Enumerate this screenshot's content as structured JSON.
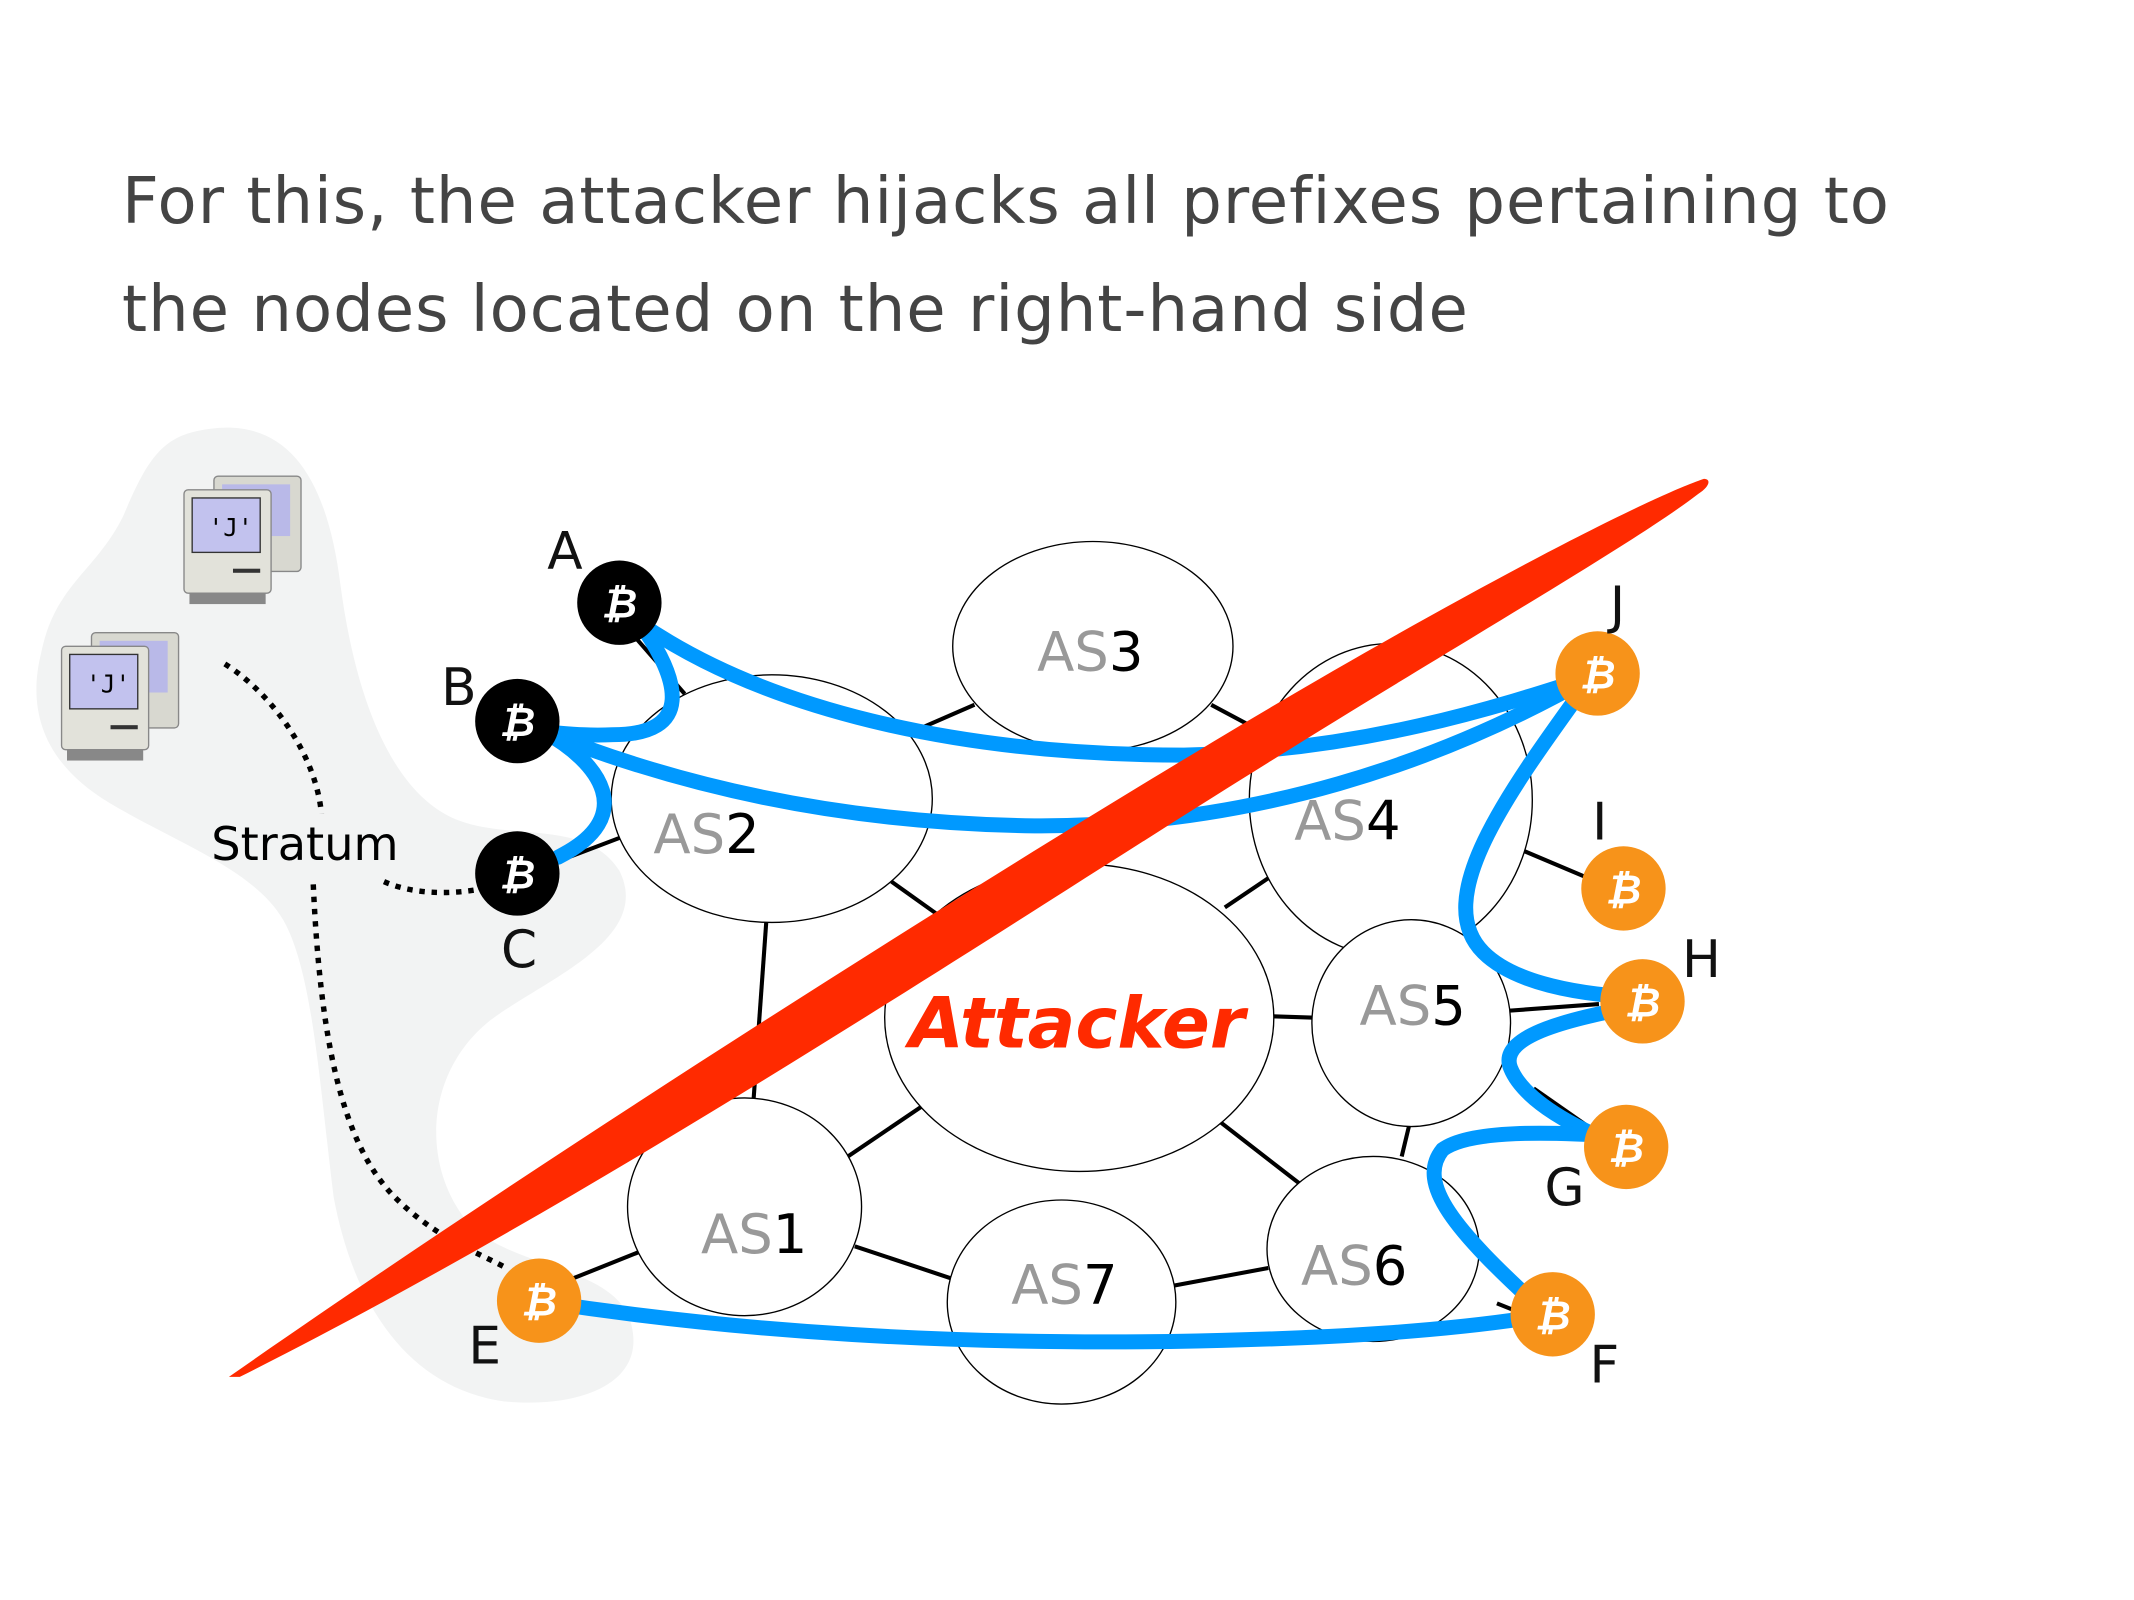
{
  "slide": {
    "title_lines": [
      "For this, the attacker hijacks all prefixes pertaining to",
      "the nodes located on the right-hand side"
    ]
  },
  "colors": {
    "title_text": "#444444",
    "as_prefix": "#999999",
    "attacker": "#ff2a00",
    "hijack_stroke": "#ff2a00",
    "bitcoin_connection": "#0099ff",
    "btc_orange": "#f7931a",
    "btc_black": "#000000",
    "mining_pool_bg": "#f2f3f3"
  },
  "diagram": {
    "autonomous_systems": [
      {
        "id": "AS1",
        "prefix": "AS",
        "number": "1"
      },
      {
        "id": "AS2",
        "prefix": "AS",
        "number": "2"
      },
      {
        "id": "AS3",
        "prefix": "AS",
        "number": "3"
      },
      {
        "id": "AS4",
        "prefix": "AS",
        "number": "4"
      },
      {
        "id": "AS5",
        "prefix": "AS",
        "number": "5"
      },
      {
        "id": "AS6",
        "prefix": "AS",
        "number": "6"
      },
      {
        "id": "AS7",
        "prefix": "AS",
        "number": "7"
      }
    ],
    "attacker": {
      "label": "Attacker"
    },
    "bitcoin_nodes": [
      {
        "id": "A",
        "label": "A",
        "style": "black",
        "side": "left"
      },
      {
        "id": "B",
        "label": "B",
        "style": "black",
        "side": "left"
      },
      {
        "id": "C",
        "label": "C",
        "style": "black",
        "side": "left"
      },
      {
        "id": "E",
        "label": "E",
        "style": "orange",
        "side": "left"
      },
      {
        "id": "F",
        "label": "F",
        "style": "orange",
        "side": "right"
      },
      {
        "id": "G",
        "label": "G",
        "style": "orange",
        "side": "right"
      },
      {
        "id": "H",
        "label": "H",
        "style": "orange",
        "side": "right"
      },
      {
        "id": "I",
        "label": "I",
        "style": "orange",
        "side": "right"
      },
      {
        "id": "J",
        "label": "J",
        "style": "orange",
        "side": "right"
      }
    ],
    "btc_symbol": "₿",
    "stratum_label": "Stratum",
    "mining_pool": {
      "icon": "macintosh-computer-icon",
      "count": 2
    },
    "bitcoin_connections": [
      [
        "A",
        "J"
      ],
      [
        "B",
        "J"
      ],
      [
        "B",
        "C"
      ],
      [
        "J",
        "H"
      ],
      [
        "H",
        "G"
      ],
      [
        "G",
        "F"
      ],
      [
        "E",
        "F"
      ]
    ],
    "as_links": [
      [
        "AS1",
        "AS2"
      ],
      [
        "AS2",
        "AS3"
      ],
      [
        "AS3",
        "AS4"
      ],
      [
        "AS2",
        "Attacker"
      ],
      [
        "AS4",
        "Attacker"
      ],
      [
        "AS5",
        "Attacker"
      ],
      [
        "AS6",
        "Attacker"
      ],
      [
        "AS1",
        "Attacker"
      ],
      [
        "AS1",
        "AS7"
      ],
      [
        "AS7",
        "AS6"
      ],
      [
        "AS5",
        "AS6"
      ]
    ]
  }
}
